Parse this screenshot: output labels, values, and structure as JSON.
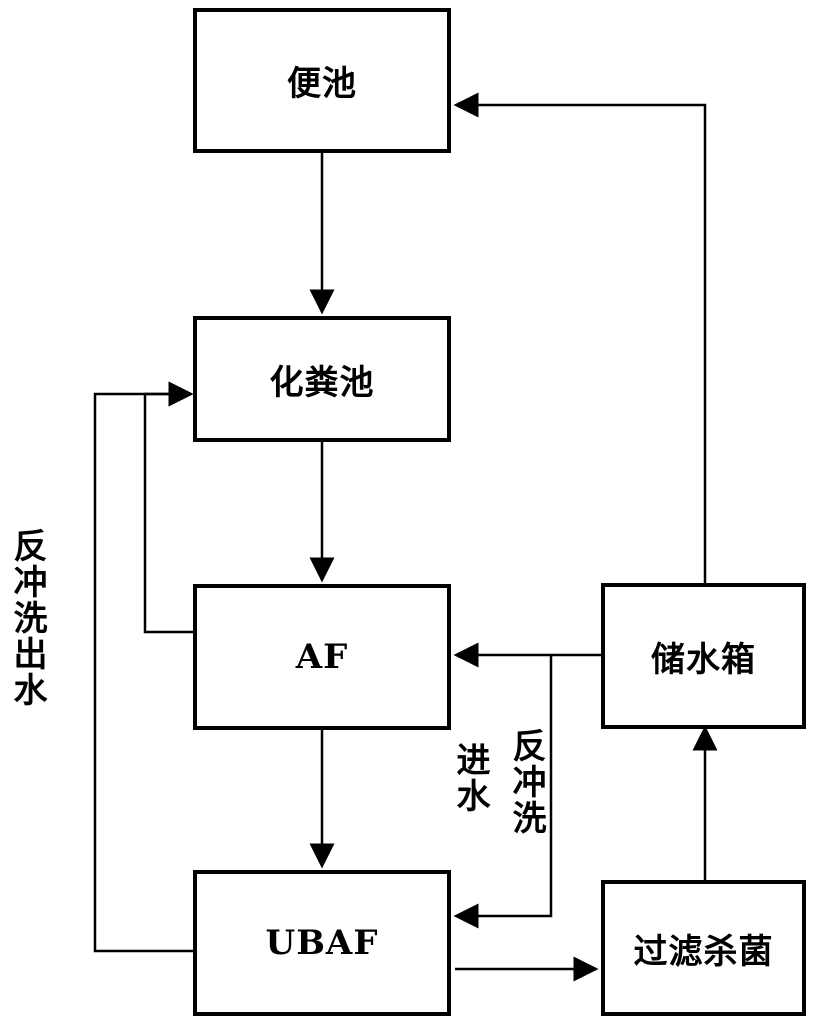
{
  "nodes": {
    "toilet": "便池",
    "septic_tank": "化粪池",
    "af": "AF",
    "ubaf": "UBAF",
    "water_tank": "储水箱",
    "filter": "过滤杀菌"
  },
  "labels": {
    "backwash_outflow": "反冲洗出水",
    "inflow": "进水",
    "backwash": "反冲洗"
  }
}
